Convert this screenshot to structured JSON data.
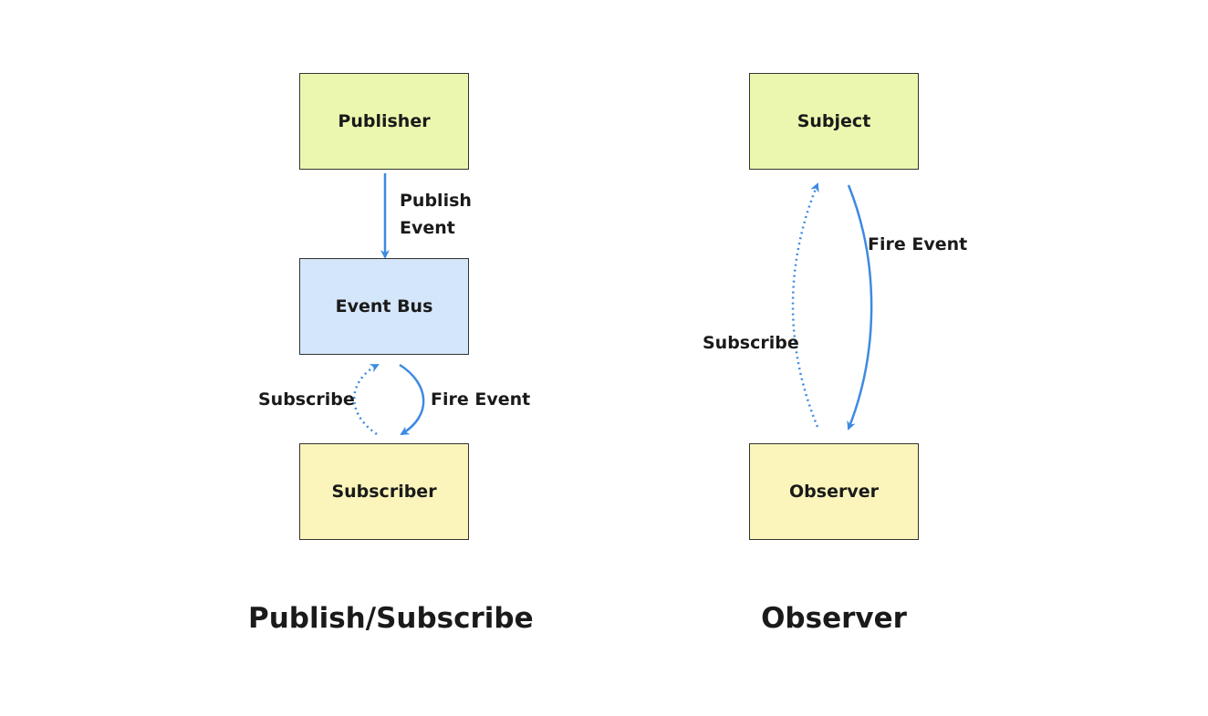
{
  "colors": {
    "publisher": "#ebf7ae",
    "event_bus": "#d4e6fa",
    "subscriber": "#fbf5bb",
    "subject": "#ebf7ae",
    "observer": "#fbf5bb",
    "arrow": "#3d8ae2"
  },
  "pubsub": {
    "caption": "Publish/Subscribe",
    "publisher": "Publisher",
    "event_bus": "Event Bus",
    "subscriber": "Subscriber",
    "publish_label_line1": "Publish",
    "publish_label_line2": "Event",
    "subscribe_label": "Subscribe",
    "fire_label": "Fire Event"
  },
  "observer": {
    "caption": "Observer",
    "subject": "Subject",
    "observer": "Observer",
    "subscribe_label": "Subscribe",
    "fire_label": "Fire Event"
  }
}
